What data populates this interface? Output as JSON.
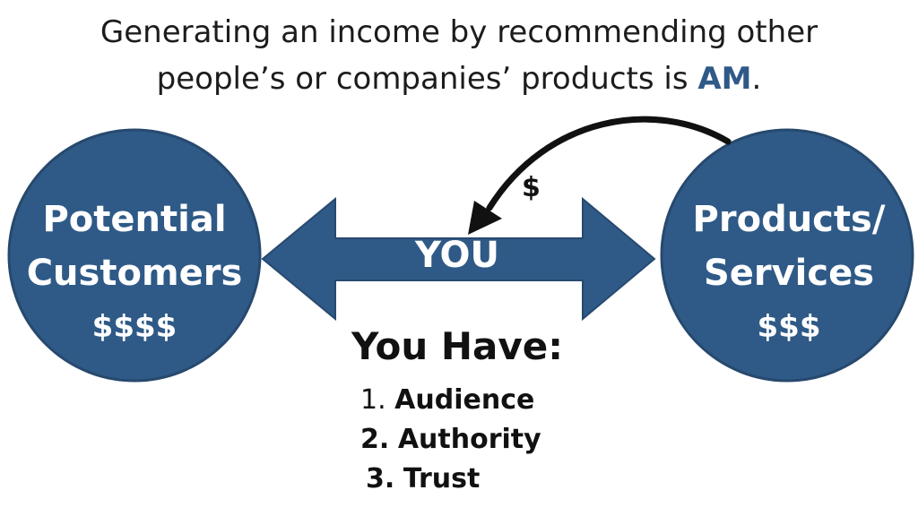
{
  "headline": {
    "line1": "Generating an income by recommending other",
    "line2_before": "people’s or companies’ products is ",
    "line2_accent": "AM",
    "line2_after": "."
  },
  "left_circle": {
    "line1": "Potential",
    "line2": "Customers",
    "money": "$$$$"
  },
  "right_circle": {
    "line1": "Products/",
    "line2": "Services",
    "money": "$$$"
  },
  "arrow": {
    "label": "YOU"
  },
  "payment": {
    "label": "$"
  },
  "you_have": {
    "heading": "You Have:",
    "items": [
      {
        "number": "1.",
        "text": "Audience"
      },
      {
        "number": "2.",
        "text": "Authority"
      },
      {
        "number": "3.",
        "text": "Trust"
      }
    ]
  },
  "colors": {
    "primary_blue": "#2f5a87",
    "circle_stroke": "#27496e",
    "text_dark": "#1c1c1c",
    "white": "#ffffff"
  }
}
